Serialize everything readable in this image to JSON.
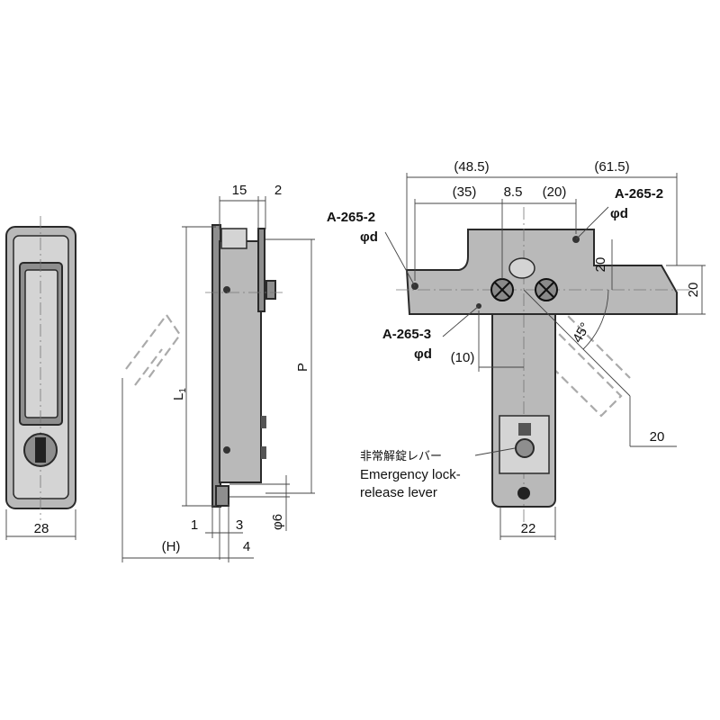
{
  "dimensions": {
    "front_width": "28",
    "side_top_left": "15",
    "side_top_right": "2",
    "side_L1": "L",
    "side_L1_sub": "1",
    "side_P": "P",
    "side_bottom_1": "1",
    "side_bottom_3": "3",
    "side_bottom_4": "4",
    "side_H": "(H)",
    "side_phi6": "φ6",
    "top_48_5": "(48.5)",
    "top_61_5": "(61.5)",
    "top_35": "(35)",
    "top_8_5": "8.5",
    "top_20": "(20)",
    "right_20_vertical": "20",
    "right_20_inner": "20",
    "angle_45": "45°",
    "bottom_10": "(10)",
    "bottom_20": "20",
    "bottom_22": "22"
  },
  "labels": {
    "part_a265_2_left": "A-265-2",
    "phi_d_left": "φd",
    "part_a265_2_right": "A-265-2",
    "phi_d_right": "φd",
    "part_a265_3": "A-265-3",
    "phi_d_lower": "φd",
    "lever_jp": "非常解錠レバー",
    "lever_en_1": "Emergency lock-",
    "lever_en_2": "release lever"
  },
  "colors": {
    "body": "#b9b9b9",
    "outline": "#2a2a2a",
    "ghost": "#aaaaaa"
  }
}
